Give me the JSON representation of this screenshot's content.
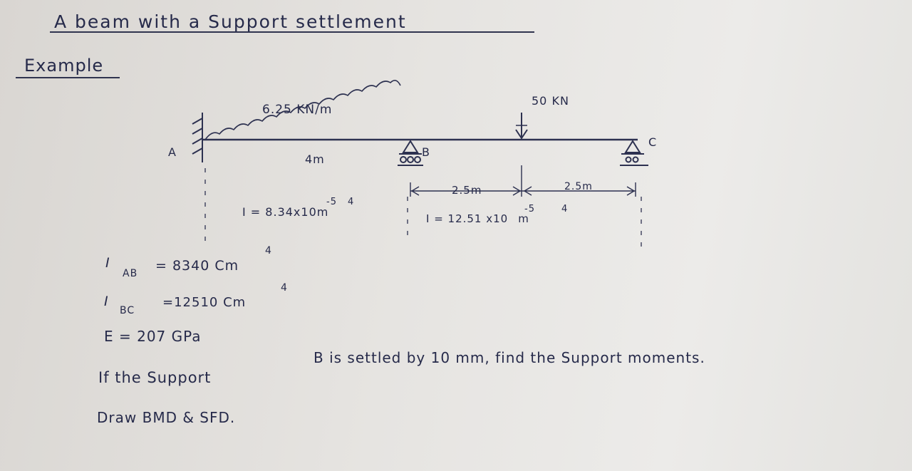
{
  "title": "A beam with a Support settlement",
  "heading": "Example",
  "diagram": {
    "udl_label": "6.25 KN/m",
    "point_load": "50 KN",
    "support_a": "A",
    "support_b": "B",
    "support_c": "C",
    "span_ab": "4m",
    "span_b_load": "2.5m",
    "span_load_c": "2.5m",
    "i_ab": "I = 8.34x10",
    "i_ab_exp": "-5",
    "i_ab_unit": "m",
    "i_ab_unit_exp": "4",
    "i_bc": "I = 12.51 x10",
    "i_bc_exp": "-5",
    "i_bc_unit": "m",
    "i_bc_unit_exp": "4"
  },
  "givens": {
    "iab_symbol": "I",
    "iab_sub": "AB",
    "iab_value": "= 8340 Cm",
    "iab_exp": "4",
    "ibc_symbol": "I",
    "ibc_sub": "BC",
    "ibc_value": "=12510 Cm",
    "ibc_exp": "4",
    "e_value": "E = 207 GPa"
  },
  "problem": {
    "line1_a": "If the Support",
    "line1_b": "B is settled by 10 mm, find the Support moments.",
    "line2": "Draw BMD & SFD."
  }
}
